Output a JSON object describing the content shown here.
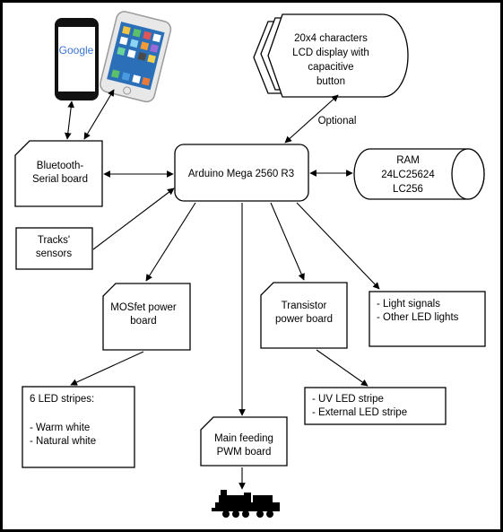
{
  "phones": {
    "android_screen_text": "Google"
  },
  "lcd": {
    "lines": [
      "20x4 characters",
      "LCD display with",
      "capacitive",
      "button"
    ]
  },
  "optional_label": "Optional",
  "arduino": {
    "label": "Arduino Mega 2560 R3"
  },
  "ram": {
    "lines": [
      "RAM",
      "24LC25624",
      "LC256"
    ]
  },
  "bluetooth": {
    "lines": [
      "Bluetooth-",
      "Serial board"
    ]
  },
  "tracks": {
    "lines": [
      "Tracks'",
      "sensors"
    ]
  },
  "mosfet": {
    "lines": [
      "MOSfet power",
      "board"
    ]
  },
  "transistor": {
    "lines": [
      "Transistor",
      "power board"
    ]
  },
  "lights": {
    "lines": [
      "- Light signals",
      "- Other LED lights"
    ]
  },
  "led6": {
    "lines": [
      "6 LED stripes:",
      "",
      "- Warm white",
      "- Natural white"
    ]
  },
  "uv": {
    "lines": [
      "- UV LED stripe",
      "- External LED stripe"
    ]
  },
  "pwm": {
    "lines": [
      "Main feeding",
      "PWM board"
    ]
  },
  "colors": {
    "border": "#000000",
    "background": "#ffffff",
    "phone_silver": "#d9d9d9",
    "screen_blue": "#2a6fb8"
  },
  "icons": [
    "android-phone-icon",
    "iphone-icon",
    "locomotive-icon"
  ]
}
